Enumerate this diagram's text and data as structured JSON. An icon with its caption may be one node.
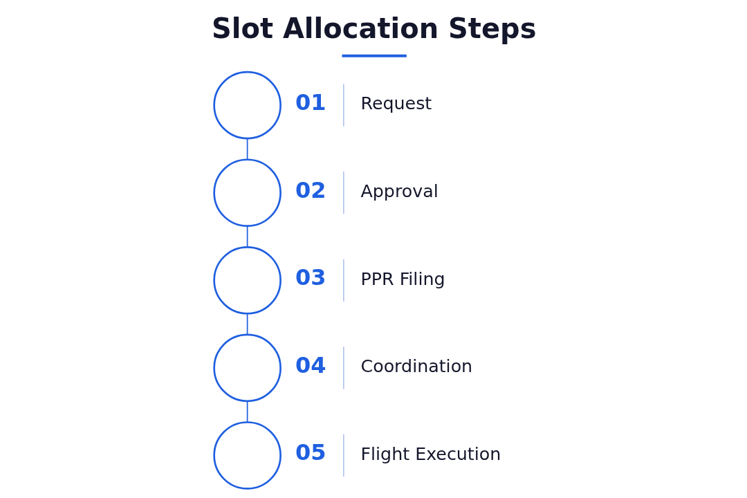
{
  "diagram": {
    "title": "Slot Allocation Steps",
    "nodes": [
      {
        "text": [],
        "shape": "circle",
        "beside": [
          "01",
          "Request"
        ]
      },
      {
        "text": [],
        "shape": "circle",
        "beside": [
          "02",
          "Approval"
        ]
      },
      {
        "text": [],
        "shape": "circle",
        "beside": [
          "03",
          "PPR Filing"
        ]
      },
      {
        "text": [],
        "shape": "circle",
        "beside": [
          "04",
          "Coordination"
        ]
      },
      {
        "text": [],
        "shape": "circle",
        "beside": [
          "05",
          "Flight Execution"
        ]
      }
    ],
    "edges": [
      {
        "from": 0,
        "to": 1,
        "arrow": "none"
      },
      {
        "from": 1,
        "to": 2,
        "arrow": "none"
      },
      {
        "from": 2,
        "to": 3,
        "arrow": "none"
      },
      {
        "from": 3,
        "to": 4,
        "arrow": "none"
      }
    ]
  }
}
